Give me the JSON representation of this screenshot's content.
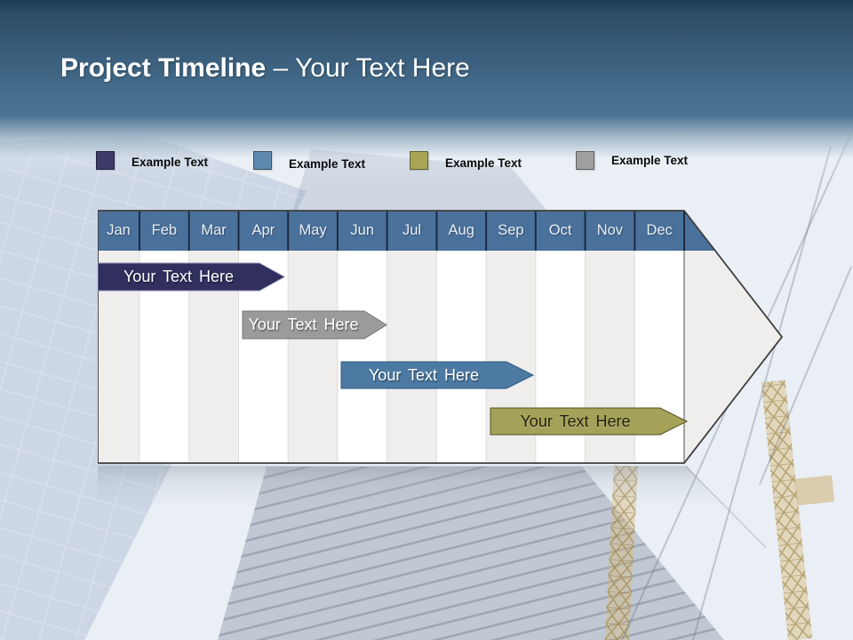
{
  "slide": {
    "title": {
      "bold": "Project Timeline",
      "rest": "– Your Text Here"
    }
  },
  "legend": {
    "items": [
      {
        "label": "Example Text",
        "color": "#3C3A69"
      },
      {
        "label": "Example Text",
        "color": "#5E89AF"
      },
      {
        "label": "Example Text",
        "color": "#A8A554"
      },
      {
        "label": "Example Text",
        "color": "#A0A0A0"
      }
    ]
  },
  "timeline": {
    "header_color": "#4A719C",
    "months": [
      "Jan",
      "Feb",
      "Mar",
      "Apr",
      "May",
      "Jun",
      "Jul",
      "Aug",
      "Sep",
      "Oct",
      "Nov",
      "Dec"
    ],
    "bars": [
      {
        "label": "Your Text Here",
        "color": "#312F5E",
        "text_color": "#FFFFFF",
        "start_month": "Jan",
        "end_month": "Apr"
      },
      {
        "label": "Your Text Here",
        "color": "#9B9B9B",
        "text_color": "#FFFFFF",
        "start_month": "Apr",
        "end_month": "Jun"
      },
      {
        "label": "Your Text Here",
        "color": "#4C7AA3",
        "text_color": "#FFFFFF",
        "start_month": "Jun",
        "end_month": "Sep"
      },
      {
        "label": "Your Text Here",
        "color": "#A4A158",
        "text_color": "#23220F",
        "start_month": "Sep",
        "end_month": "Dec"
      }
    ]
  }
}
